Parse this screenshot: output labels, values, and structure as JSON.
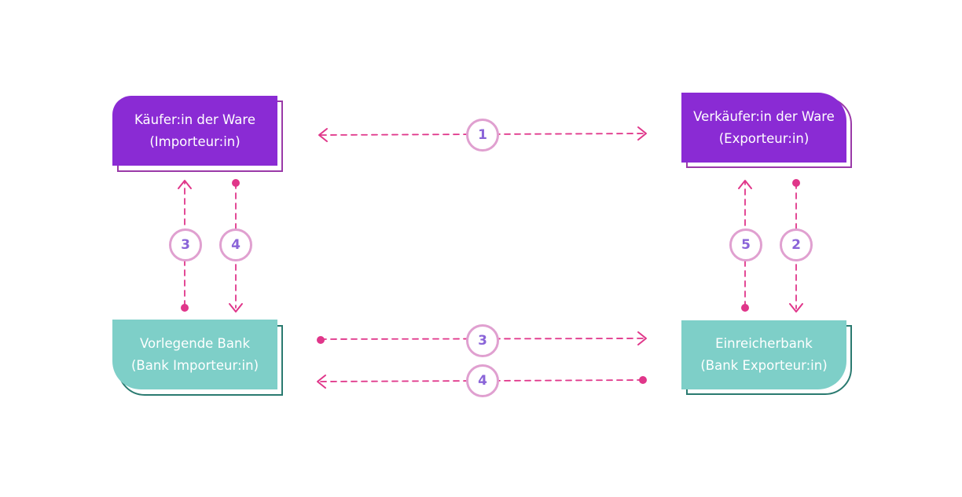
{
  "colors": {
    "party": "#8a2bd4",
    "party_outline": "#9a3aa8",
    "bank": "#7ecfc8",
    "bank_outline": "#2a7a70",
    "arrow": "#e0368a",
    "badge_border": "#e0a0d0",
    "badge_text": "#8a64d8"
  },
  "nodes": {
    "buyer": {
      "line1": "Käufer:in der Ware",
      "line2": "(Importeur:in)"
    },
    "seller": {
      "line1": "Verkäufer:in der Ware",
      "line2": "(Exporteur:in)"
    },
    "presenting_bank": {
      "line1": "Vorlegende Bank",
      "line2": "(Bank Importeur:in)"
    },
    "remitting_bank": {
      "line1": "Einreicherbank",
      "line2": "(Bank Exporteur:in)"
    }
  },
  "steps": {
    "buyer_seller": "1",
    "presenting_to_buyer": "3",
    "buyer_to_presenting": "4",
    "remitting_to_seller": "5",
    "seller_to_remitting": "2",
    "remitting_to_presenting": "3",
    "presenting_to_remitting": "4"
  }
}
